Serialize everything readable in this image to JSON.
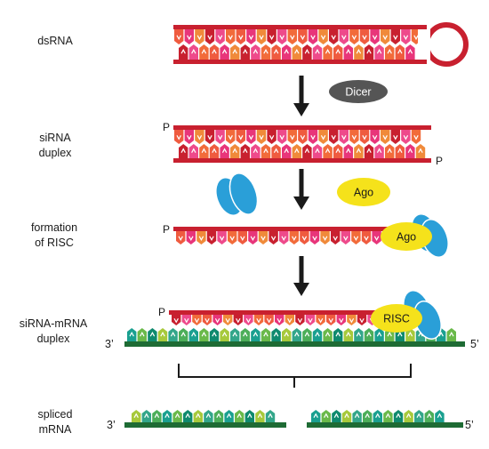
{
  "diagram": {
    "steps": [
      {
        "id": "dsrna",
        "label_lines": [
          "dsRNA"
        ]
      },
      {
        "id": "sirna",
        "label_lines": [
          "siRNA",
          "duplex"
        ]
      },
      {
        "id": "risc",
        "label_lines": [
          "formation",
          "of RISC"
        ]
      },
      {
        "id": "sirna_mrna",
        "label_lines": [
          "siRNA-mRNA",
          "duplex"
        ]
      },
      {
        "id": "spliced",
        "label_lines": [
          "spliced",
          "mRNA"
        ]
      }
    ],
    "enzymes": {
      "dicer": "Dicer",
      "ago_free": "Ago",
      "ago_bound": "Ago",
      "risc": "RISC"
    },
    "phosphate_label": "P",
    "strand_ends": {
      "three_prime": "3’",
      "five_prime": "5’"
    },
    "colors": {
      "backbone_red": "#c8202f",
      "backbone_green": "#1e6b34",
      "dicer_gray": "#555555",
      "ago_yellow": "#f5e21b",
      "protein_blue": "#2a9fd8",
      "arrow": "#1a1a1a"
    }
  }
}
